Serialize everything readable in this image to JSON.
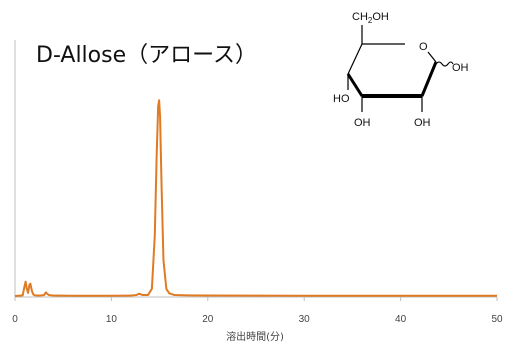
{
  "chart_data": {
    "type": "line",
    "title": "D-Allose（アロース）",
    "xlabel": "溶出時間(分)",
    "ylabel": "",
    "xlim": [
      0,
      50
    ],
    "ylim": [
      0,
      100
    ],
    "x_ticks": [
      0,
      10,
      20,
      30,
      40,
      50
    ],
    "grid": false,
    "legend": "none",
    "color": "#e07b24",
    "series": [
      {
        "x": [
          0,
          0.8,
          1.0,
          1.1,
          1.2,
          1.35,
          1.5,
          1.6,
          1.75,
          1.9,
          2.1,
          2.5,
          3.0,
          3.2,
          3.5,
          4.0,
          6.0,
          10.0,
          12.0,
          12.6,
          12.9,
          13.2,
          13.8,
          14.2,
          14.5,
          14.7,
          14.85,
          14.95,
          15.05,
          15.2,
          15.4,
          15.7,
          16.0,
          16.5,
          18.0,
          20.0,
          30.0,
          40.0,
          50.0
        ],
        "y": [
          0.5,
          0.8,
          5.5,
          7.5,
          4.5,
          2.0,
          6.0,
          6.5,
          3.0,
          1.2,
          0.8,
          0.7,
          0.9,
          2.2,
          1.0,
          0.7,
          0.6,
          0.6,
          0.7,
          1.0,
          1.6,
          1.0,
          1.0,
          4.0,
          30.0,
          70.0,
          93.0,
          96.0,
          88.0,
          55.0,
          18.0,
          4.0,
          1.8,
          1.0,
          0.8,
          0.7,
          0.6,
          0.6,
          0.6
        ]
      }
    ]
  },
  "structure": {
    "labels": {
      "ch2oh": "CH",
      "ch2oh_sub": "2",
      "ch2oh_tail": "OH",
      "ring_o": "O",
      "anomeric_oh": "OH",
      "oh_left": "HO",
      "oh_bottom_left": "OH",
      "oh_bottom_right": "OH"
    }
  }
}
